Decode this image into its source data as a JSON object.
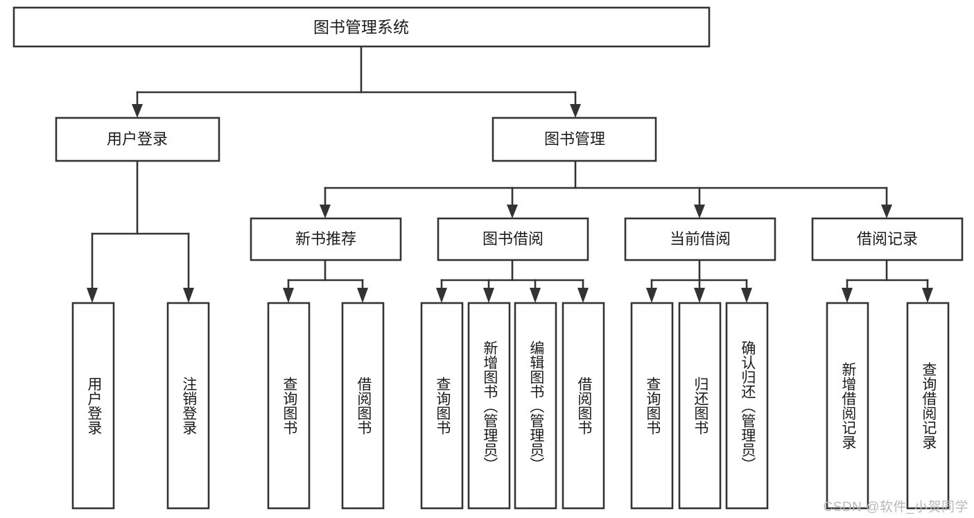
{
  "diagram": {
    "title": "图书管理系统",
    "type": "tree-hierarchy-diagram",
    "colors": {
      "box_stroke": "#333333",
      "box_fill": "#ffffff",
      "text": "#1b1b1b",
      "watermark": "#b9b9b9",
      "background": "#ffffff"
    },
    "root": {
      "id": "root",
      "label": "图书管理系统"
    },
    "level1": [
      {
        "id": "l1-0",
        "label": "用户登录"
      },
      {
        "id": "l1-1",
        "label": "图书管理"
      }
    ],
    "level2": [
      {
        "id": "l2-0",
        "label": "新书推荐",
        "parent": "l1-1"
      },
      {
        "id": "l2-1",
        "label": "图书借阅",
        "parent": "l1-1"
      },
      {
        "id": "l2-2",
        "label": "当前借阅",
        "parent": "l1-1"
      },
      {
        "id": "l2-3",
        "label": "借阅记录",
        "parent": "l1-1"
      }
    ],
    "leaves": {
      "user_login": [
        {
          "id": "leaf-0",
          "label": "用户登录"
        },
        {
          "id": "leaf-1",
          "label": "注销登录"
        }
      ],
      "new_book_recommend": [
        {
          "id": "leaf-2",
          "label": "查询图书"
        },
        {
          "id": "leaf-3",
          "label": "借阅图书"
        }
      ],
      "book_borrow": [
        {
          "id": "leaf-4",
          "label": "查询图书"
        },
        {
          "id": "leaf-5",
          "label": "新增图书（管理员）"
        },
        {
          "id": "leaf-6",
          "label": "编辑图书（管理员）"
        },
        {
          "id": "leaf-7",
          "label": "借阅图书"
        }
      ],
      "current_borrow": [
        {
          "id": "leaf-8",
          "label": "查询图书"
        },
        {
          "id": "leaf-9",
          "label": "归还图书"
        },
        {
          "id": "leaf-10",
          "label": "确认归还（管理员）"
        }
      ],
      "borrow_record": [
        {
          "id": "leaf-11",
          "label": "新增借阅记录"
        },
        {
          "id": "leaf-12",
          "label": "查询借阅记录"
        }
      ]
    }
  },
  "watermark": {
    "text": "CSDN @软件_小贺同学"
  }
}
